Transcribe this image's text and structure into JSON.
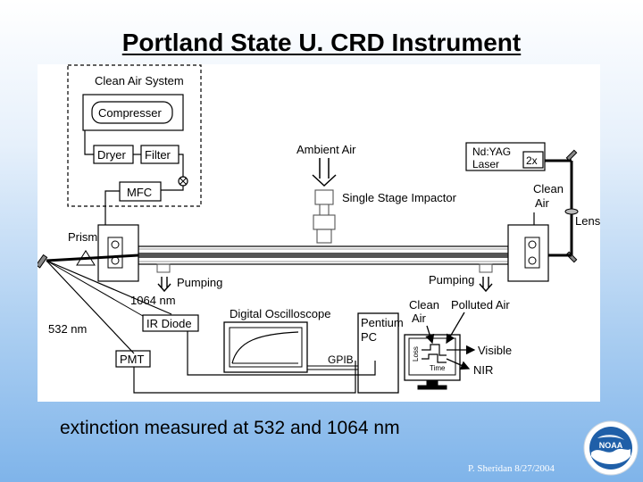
{
  "slide": {
    "title": "Portland State U. CRD Instrument",
    "caption": "extinction measured at 532 and 1064 nm",
    "credit": "P. Sheridan  8/27/2004",
    "logo_text": "NOAA"
  },
  "diagram": {
    "clean_air_system": "Clean Air System",
    "compresser": "Compresser",
    "dryer": "Dryer",
    "filter": "Filter",
    "mfc": "MFC",
    "ambient_air": "Ambient Air",
    "impactor": "Single Stage Impactor",
    "laser_line1": "Nd:YAG",
    "laser_line2": "Laser",
    "doubler": "2x",
    "clean_air_line1": "Clean",
    "clean_air_line2": "Air",
    "lens": "Lens",
    "prism": "Prism",
    "pumping_left": "Pumping",
    "pumping_right": "Pumping",
    "nm1064": "1064 nm",
    "nm532": "532 nm",
    "ir_diode": "IR Diode",
    "pmt": "PMT",
    "oscilloscope": "Digital Oscilloscope",
    "gpib": "GPIB",
    "pc_line1": "Pentium",
    "pc_line2": "PC",
    "monitor_clean_line1": "Clean",
    "monitor_clean_line2": "Air",
    "polluted_air": "Polluted Air",
    "loss": "Loss",
    "time": "Time",
    "visible": "Visible",
    "nir": "NIR"
  }
}
